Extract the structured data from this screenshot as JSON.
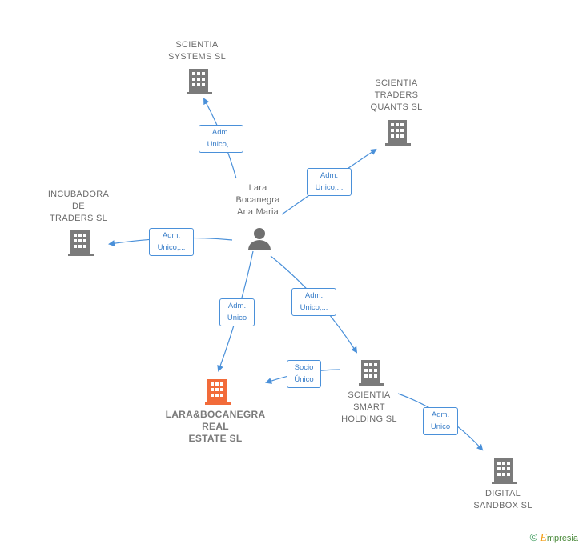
{
  "nodes": {
    "person": {
      "label": "Lara\nBocanegra\nAna Maria",
      "type": "person-icon"
    },
    "scientia_systems": {
      "label": "SCIENTIA\nSYSTEMS  SL",
      "type": "building-icon"
    },
    "scientia_traders": {
      "label": "SCIENTIA\nTRADERS\nQUANTS  SL",
      "type": "building-icon"
    },
    "incubadora": {
      "label": "INCUBADORA\nDE\nTRADERS  SL",
      "type": "building-icon"
    },
    "lara_real": {
      "label": "LARA&BOCANEGRA\nREAL\nESTATE  SL",
      "type": "building-icon"
    },
    "scientia_smart": {
      "label": "SCIENTIA\nSMART\nHOLDING  SL",
      "type": "building-icon"
    },
    "digital_sandbox": {
      "label": "DIGITAL\nSANDBOX  SL",
      "type": "building-icon"
    }
  },
  "edges": {
    "systems": "Adm.\nUnico,...",
    "traders": "Adm.\nUnico,...",
    "incubadora": "Adm.\nUnico,...",
    "real_estate": "Adm.\nUnico",
    "smart": "Adm.\nUnico,...",
    "socio": "Socio\nÚnico",
    "digital": "Adm.\nUnico"
  },
  "colors": {
    "edge": "#4a90d9",
    "building": "#7b7b7b",
    "main_building": "#f26b3a",
    "person": "#6f6f6f"
  },
  "footer": {
    "copyright": "©",
    "brand": "mpresia",
    "brand_initial": "E"
  }
}
